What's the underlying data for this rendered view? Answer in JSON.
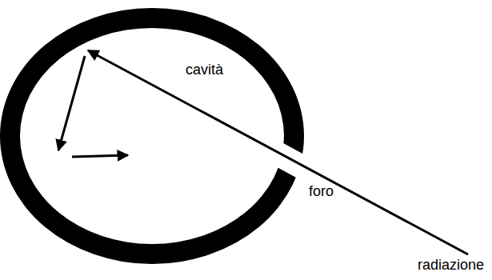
{
  "diagram": {
    "labels": [
      "cavità",
      "foro",
      "radiazione"
    ]
  }
}
